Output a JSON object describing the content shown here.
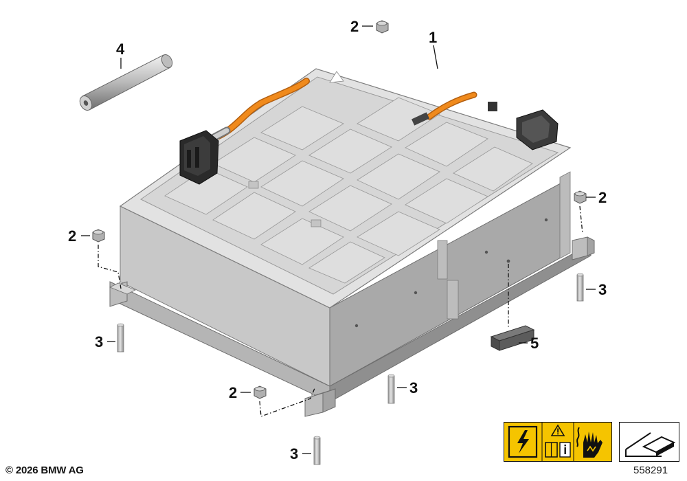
{
  "diagram": {
    "callouts": [
      "1",
      "2",
      "3",
      "4",
      "5"
    ],
    "copyright": "© 2026 BMW AG",
    "diagram_id": "558291",
    "colors": {
      "housing": "#c9c9c9",
      "housing_dark": "#a9a9a9",
      "lid": "#e3e3e3",
      "cable": "#f08a1c",
      "warning": "#f5c400",
      "line": "#111111"
    }
  },
  "icons": {
    "warning_label": [
      "high-voltage-icon",
      "warning-triangle-icon",
      "manual-info-icon",
      "hand-warning-icon"
    ],
    "reference": "slope-reference-icon"
  }
}
